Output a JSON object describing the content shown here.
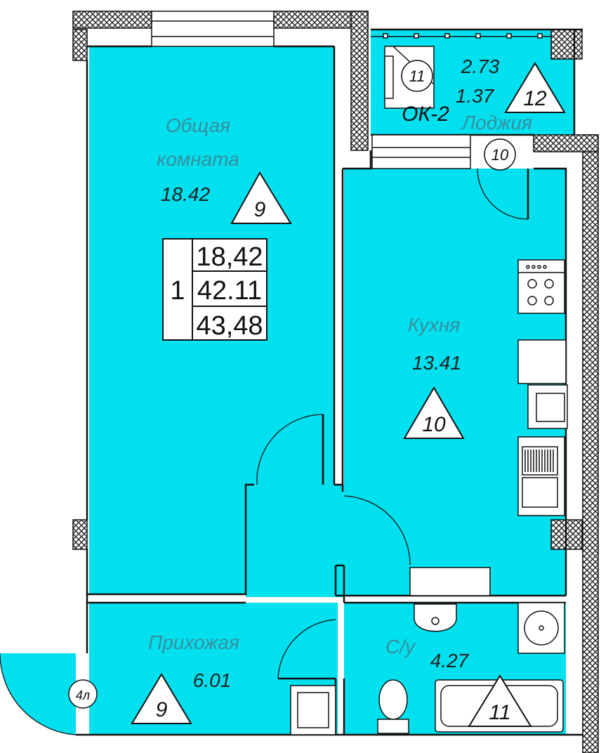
{
  "colors": {
    "floor": "#00e0ee",
    "wall_hatch": "#2a2a2a",
    "line": "#111111",
    "label": "#3a8fa0",
    "number": "#111111"
  },
  "rooms": {
    "living": {
      "name_line1": "Общая",
      "name_line2": "комната",
      "area": "18.42",
      "mark": "9"
    },
    "kitchen": {
      "name": "Кухня",
      "area": "13.41",
      "mark": "10"
    },
    "hall": {
      "name": "Прихожая",
      "area": "6.01",
      "mark": "9"
    },
    "bathroom": {
      "name": "С/у",
      "area": "4.27",
      "mark": "11"
    },
    "loggia": {
      "name": "Лоджия",
      "area_top": "2.73",
      "area_bottom": "1.37",
      "mark": "12"
    }
  },
  "window_label": "ОК-2",
  "circle_marks": {
    "loggia_unit": "11",
    "loggia_door": "10",
    "entry_door": "4л"
  },
  "apartment_table": {
    "rooms_count": "1",
    "living_area": "18,42",
    "total_area": "42.11",
    "total_with_loggia": "43,48"
  },
  "icons": [
    "stove-icon",
    "sink-icon",
    "washbasin-icon",
    "toilet-icon",
    "bathtub-icon",
    "washing-machine-icon"
  ]
}
